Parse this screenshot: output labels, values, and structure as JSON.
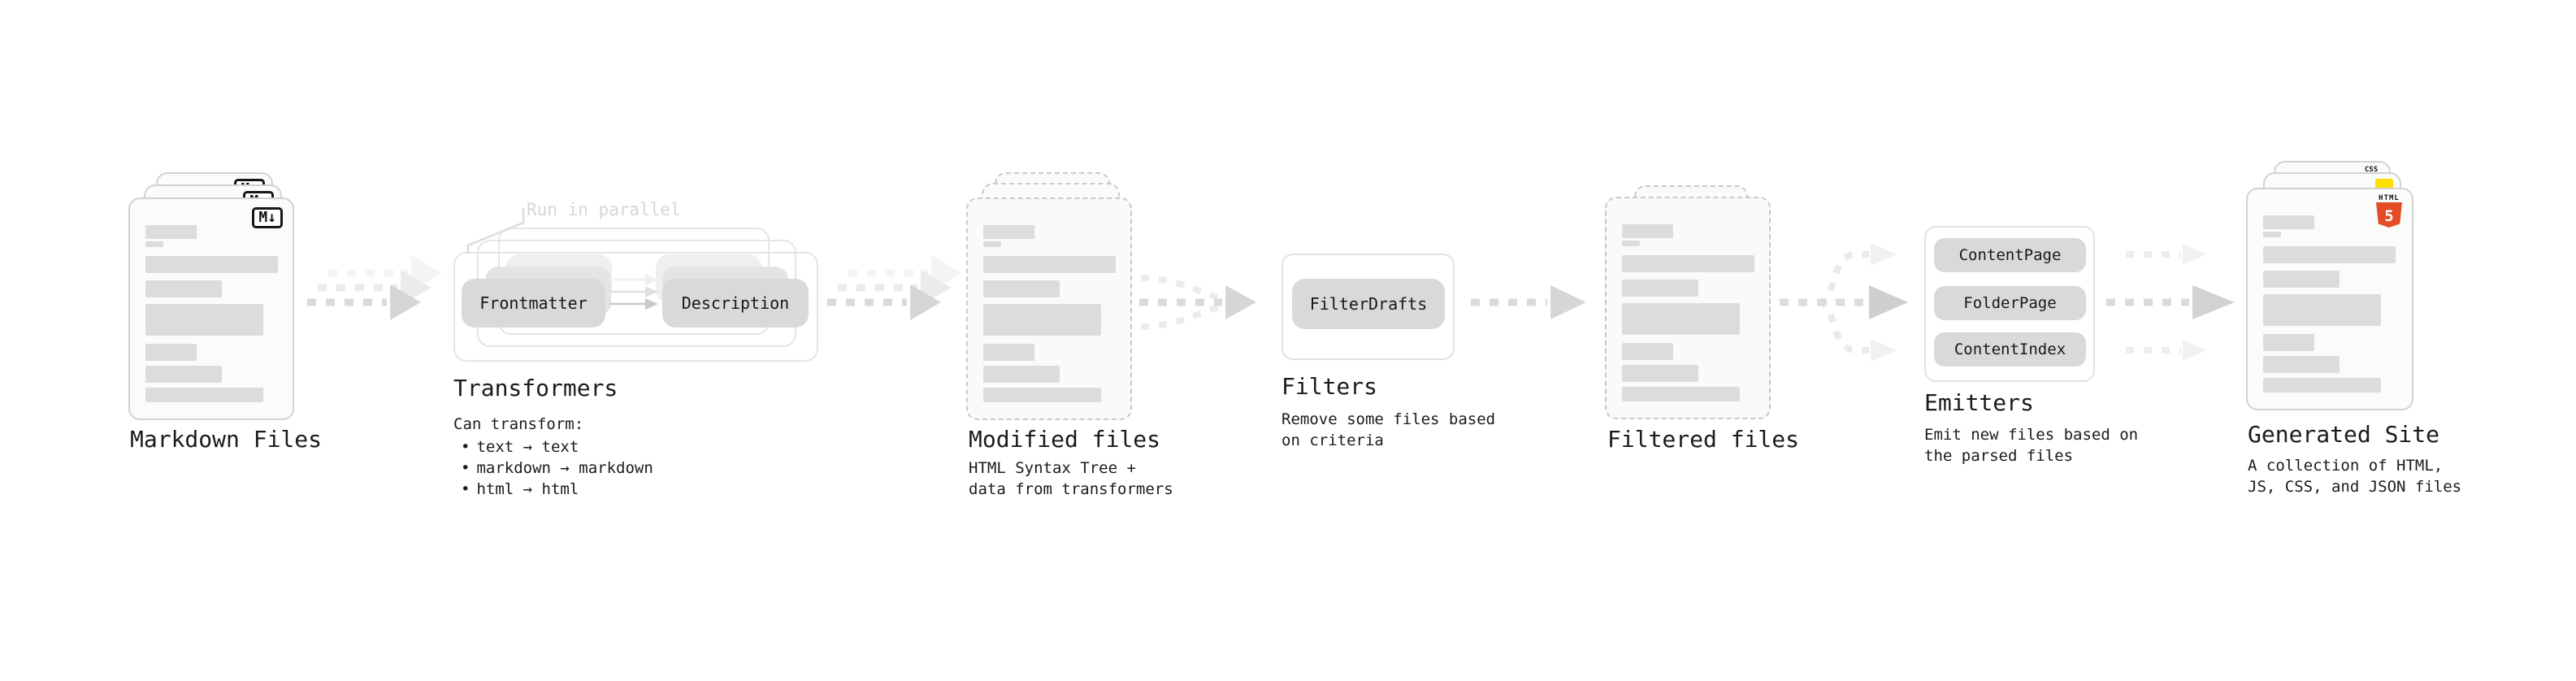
{
  "diagram": {
    "nodes": {
      "markdown_files": {
        "title": "Markdown Files"
      },
      "transformers": {
        "title": "Transformers",
        "annotation": "Run in parallel",
        "input_pill": "Frontmatter",
        "output_pill": "Description",
        "description_heading": "Can transform:",
        "bullet_char": "•",
        "bullets": [
          "text → text",
          "markdown → markdown",
          "html → html"
        ]
      },
      "modified_files": {
        "title": "Modified files",
        "description": "HTML Syntax Tree +\ndata from transformers"
      },
      "filters": {
        "title": "Filters",
        "pill": "FilterDrafts",
        "description": "Remove some files based\non criteria"
      },
      "filtered_files": {
        "title": "Filtered files"
      },
      "emitters": {
        "title": "Emitters",
        "pills": [
          "ContentPage",
          "FolderPage",
          "ContentIndex"
        ],
        "description": "Emit new files based on\nthe parsed files"
      },
      "generated_site": {
        "title": "Generated Site",
        "description": "A collection of HTML,\nJS, CSS, and JSON files"
      }
    },
    "icons": {
      "markdown_badge": "M↓",
      "css_label": "CSS",
      "html_label": "HTML",
      "html5_number": "5"
    },
    "colors": {
      "html5_orange": "#e44d26",
      "js_yellow": "#ffdf00",
      "css_blue": "#2a6df4",
      "pill_fill": "#d9d9d9",
      "arrow_gray": "#d9d9d9",
      "bar_fill": "#dcdcdc"
    }
  }
}
